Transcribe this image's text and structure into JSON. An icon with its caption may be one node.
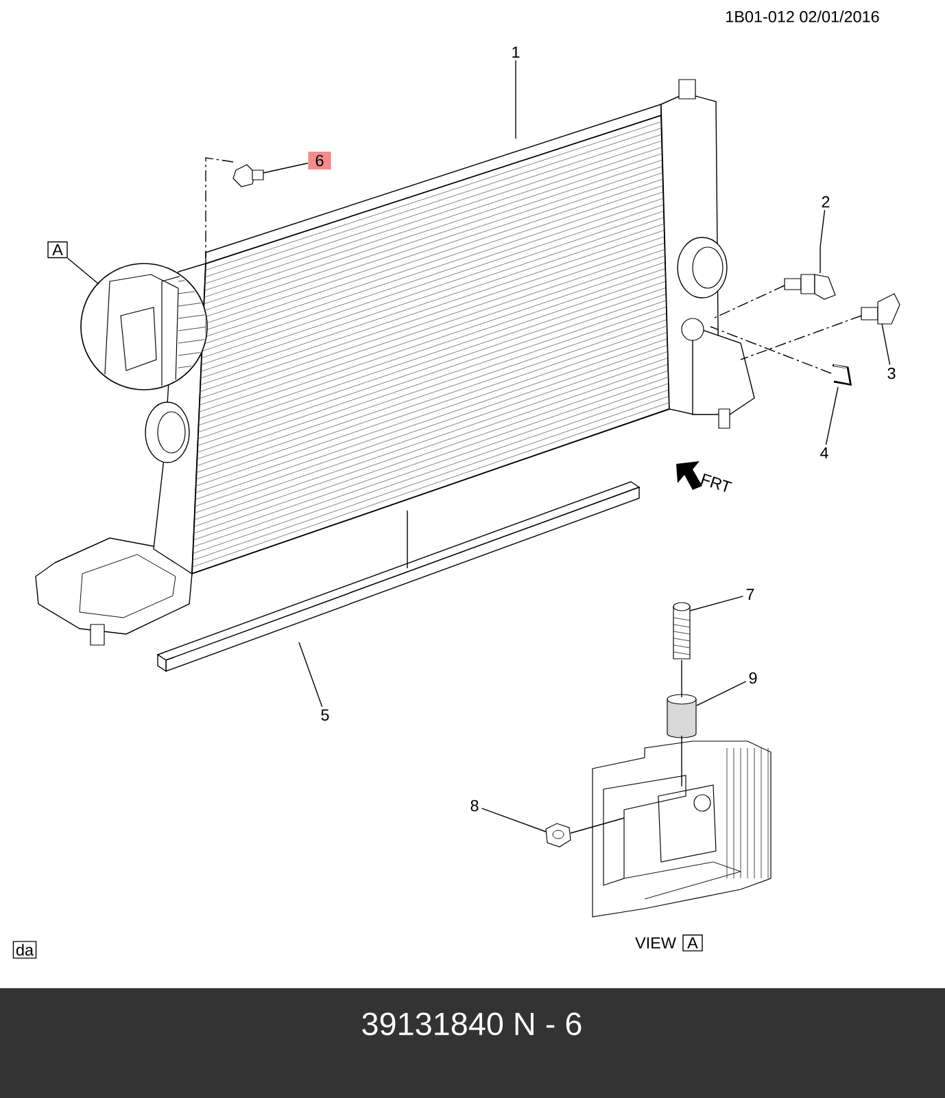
{
  "diagram": {
    "nodes": [
      {
        "text": [
          "1"
        ]
      },
      {
        "text": [],
        "shape": "picture"
      },
      {
        "text": [
          "2"
        ]
      },
      {
        "text": [],
        "shape": "picture"
      },
      {
        "text": [
          "3"
        ]
      },
      {
        "text": [],
        "shape": "picture"
      },
      {
        "text": [
          "4"
        ]
      },
      {
        "text": [],
        "shape": "picture"
      },
      {
        "text": [
          "5"
        ]
      },
      {
        "text": [],
        "shape": "picture"
      },
      {
        "text": [
          "6"
        ]
      },
      {
        "text": [],
        "shape": "picture"
      },
      {
        "text": [
          "7"
        ]
      },
      {
        "text": [],
        "shape": "picture"
      },
      {
        "text": [
          "9"
        ]
      },
      {
        "text": [],
        "shape": "cylinder"
      },
      {
        "text": [
          "8"
        ]
      },
      {
        "text": [],
        "shape": "picture"
      },
      {
        "text": [
          "A"
        ]
      },
      {
        "text": [],
        "shape": "picture"
      },
      {
        "text": [],
        "shape": "picture"
      },
      {
        "text": [
          "A"
        ],
        "beside": [
          "VIEW"
        ]
      },
      {
        "text": [
          "FRT"
        ]
      },
      {
        "text": [
          "da"
        ]
      }
    ],
    "edges": [
      {
        "from": 0,
        "to": 1,
        "arrow": "none"
      },
      {
        "from": 2,
        "to": 3,
        "arrow": "none"
      },
      {
        "from": 4,
        "to": 5,
        "arrow": "none"
      },
      {
        "from": 6,
        "to": 7,
        "arrow": "none"
      },
      {
        "from": 8,
        "to": 9,
        "arrow": "none"
      },
      {
        "from": 10,
        "to": 11,
        "arrow": "none"
      },
      {
        "from": 12,
        "to": 13,
        "arrow": "none"
      },
      {
        "from": 14,
        "to": 15,
        "arrow": "none"
      },
      {
        "from": 16,
        "to": 17,
        "arrow": "none"
      },
      {
        "from": 18,
        "to": 19,
        "arrow": "none"
      },
      {
        "from": 3,
        "to": 1,
        "arrow": "none",
        "style": "dashed"
      },
      {
        "from": 5,
        "to": 1,
        "arrow": "none",
        "style": "dashed"
      },
      {
        "from": 7,
        "to": 1,
        "arrow": "none",
        "style": "dashed"
      },
      {
        "from": 11,
        "to": 1,
        "arrow": "none",
        "style": "dashed"
      },
      {
        "from": 1,
        "to": 9,
        "arrow": "none"
      },
      {
        "from": 13,
        "to": 15,
        "arrow": "none"
      },
      {
        "from": 15,
        "to": 20,
        "arrow": "none"
      },
      {
        "from": 17,
        "to": 20,
        "arrow": "none"
      }
    ],
    "labels": [
      "1B01-012 02/01/2016",
      "39131840 N - 6"
    ]
  }
}
